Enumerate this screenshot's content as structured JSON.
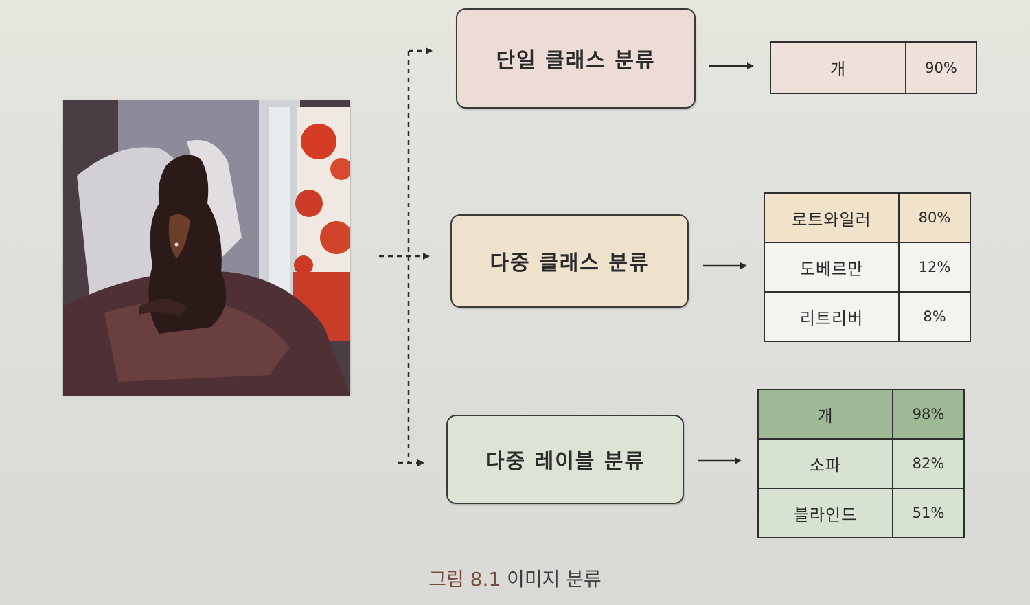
{
  "categories": [
    {
      "title": "단일 클래스 분류",
      "fill": "#eddcd5",
      "rows": [
        {
          "label": "개",
          "percent": "90%"
        }
      ]
    },
    {
      "title": "다중 클래스 분류",
      "fill": "#efe2cd",
      "rows": [
        {
          "label": "로트와일러",
          "percent": "80%"
        },
        {
          "label": "도베르만",
          "percent": "12%"
        },
        {
          "label": "리트리버",
          "percent": "8%"
        }
      ]
    },
    {
      "title": "다중 레이블 분류",
      "fill": "#dce4d5",
      "rows": [
        {
          "label": "개",
          "percent": "98%"
        },
        {
          "label": "소파",
          "percent": "82%"
        },
        {
          "label": "블라인드",
          "percent": "51%"
        }
      ]
    }
  ],
  "caption": {
    "figure_number": "그림 8.1",
    "title": "이미지 분류"
  },
  "photo": {
    "icon": "dog-on-sofa-photo"
  }
}
